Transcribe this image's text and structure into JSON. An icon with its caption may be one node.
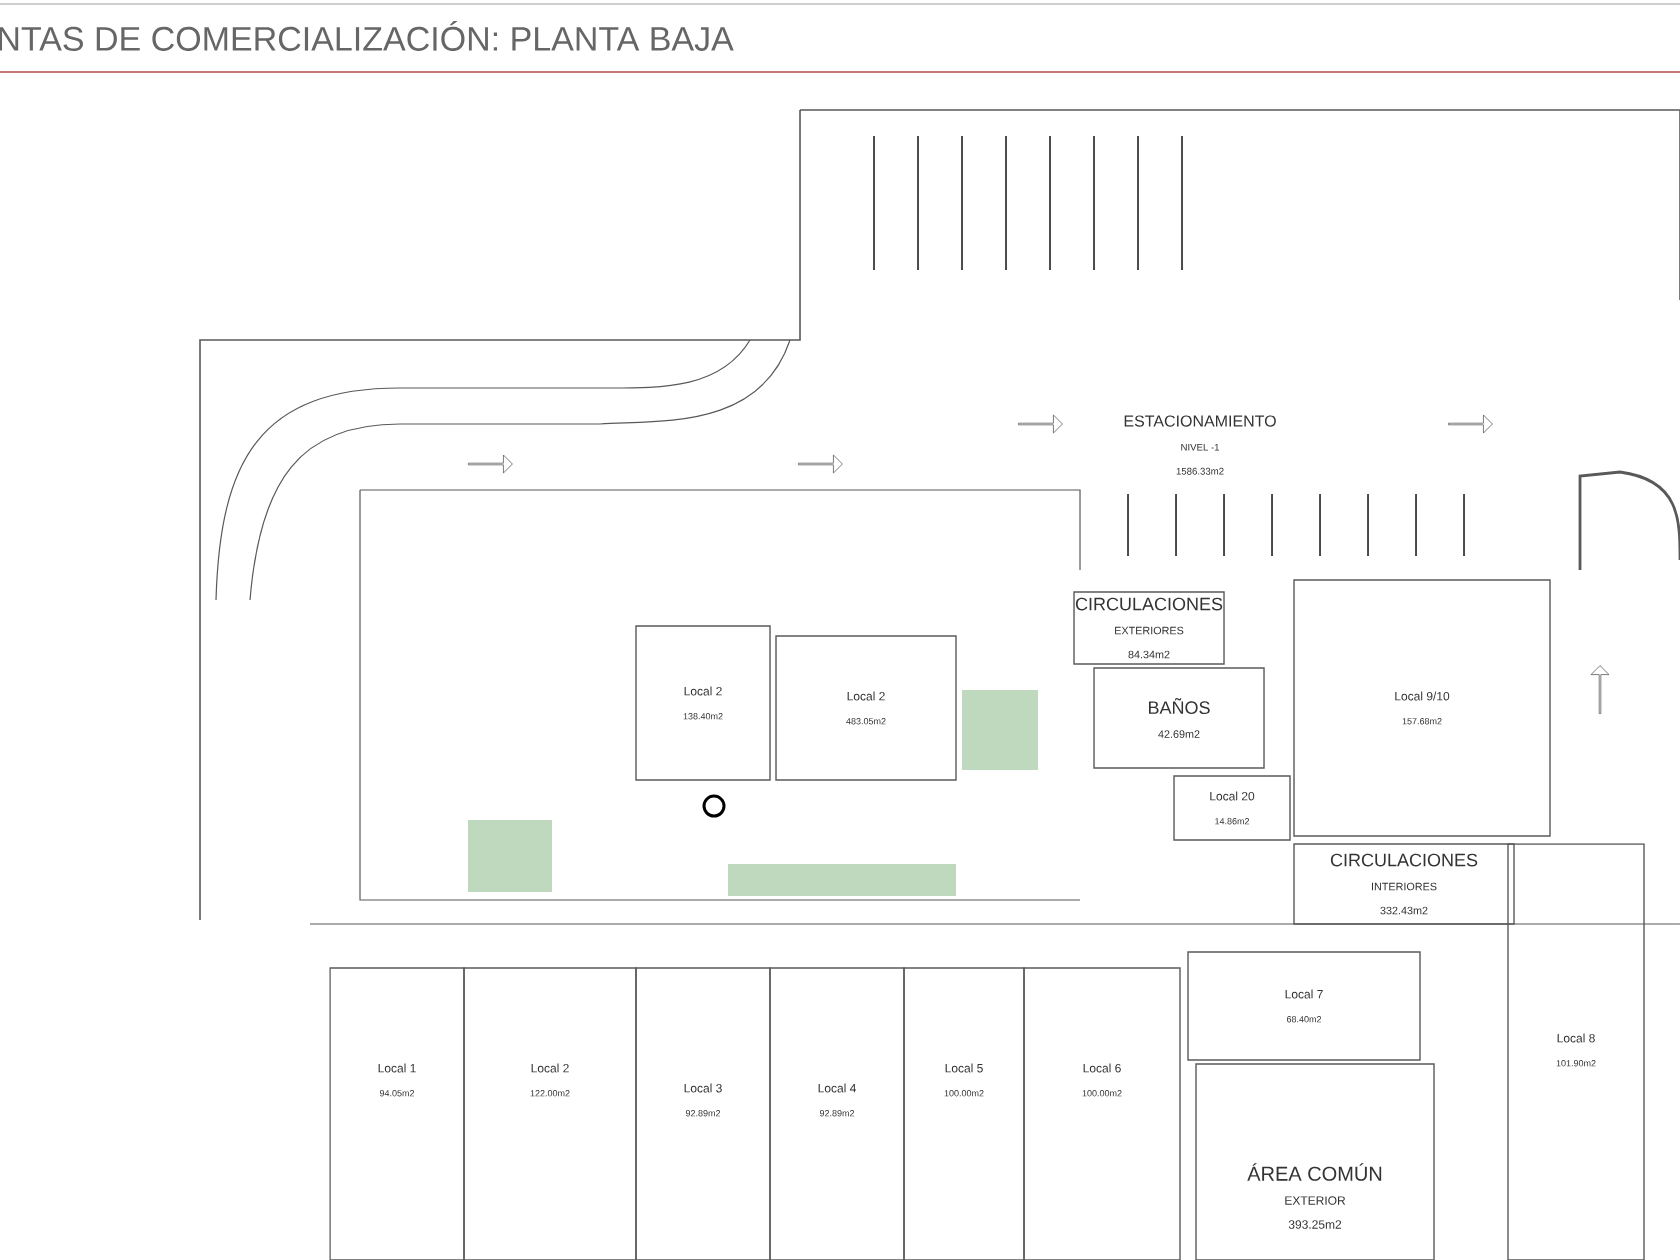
{
  "diagram": {
    "title": "NTAS DE COMERCIALIZACIÓN: PLANTA BAJA",
    "nodes": [
      {
        "text": [
          "ESTACIONAMIENTO",
          "NIVEL -1",
          "1586.33m2"
        ]
      },
      {
        "text": [
          "Local 2",
          "138.40m2"
        ]
      },
      {
        "text": [
          "Local 2",
          "483.05m2"
        ]
      },
      {
        "text": [
          "CIRCULACIONES",
          "EXTERIORES",
          "84.34m2"
        ]
      },
      {
        "text": [
          "BAÑOS",
          "42.69m2"
        ]
      },
      {
        "text": [
          "Local 20",
          "14.86m2"
        ]
      },
      {
        "text": [
          "Local 9/10",
          "157.68m2"
        ]
      },
      {
        "text": [
          "CIRCULACIONES",
          "INTERIORES",
          "332.43m2"
        ]
      },
      {
        "text": [
          "Local 1",
          "94.05m2"
        ]
      },
      {
        "text": [
          "Local 2",
          "122.00m2"
        ]
      },
      {
        "text": [
          "Local 3",
          "92.89m2"
        ]
      },
      {
        "text": [
          "Local 4",
          "92.89m2"
        ]
      },
      {
        "text": [
          "Local 5",
          "100.00m2"
        ]
      },
      {
        "text": [
          "Local 6",
          "100.00m2"
        ]
      },
      {
        "text": [
          "Local 7",
          "68.40m2"
        ]
      },
      {
        "text": [
          "Local 8",
          "101.90m2"
        ]
      },
      {
        "text": [
          "ÁREA COMÚN",
          "EXTERIOR",
          "393.25m2"
        ]
      }
    ]
  }
}
